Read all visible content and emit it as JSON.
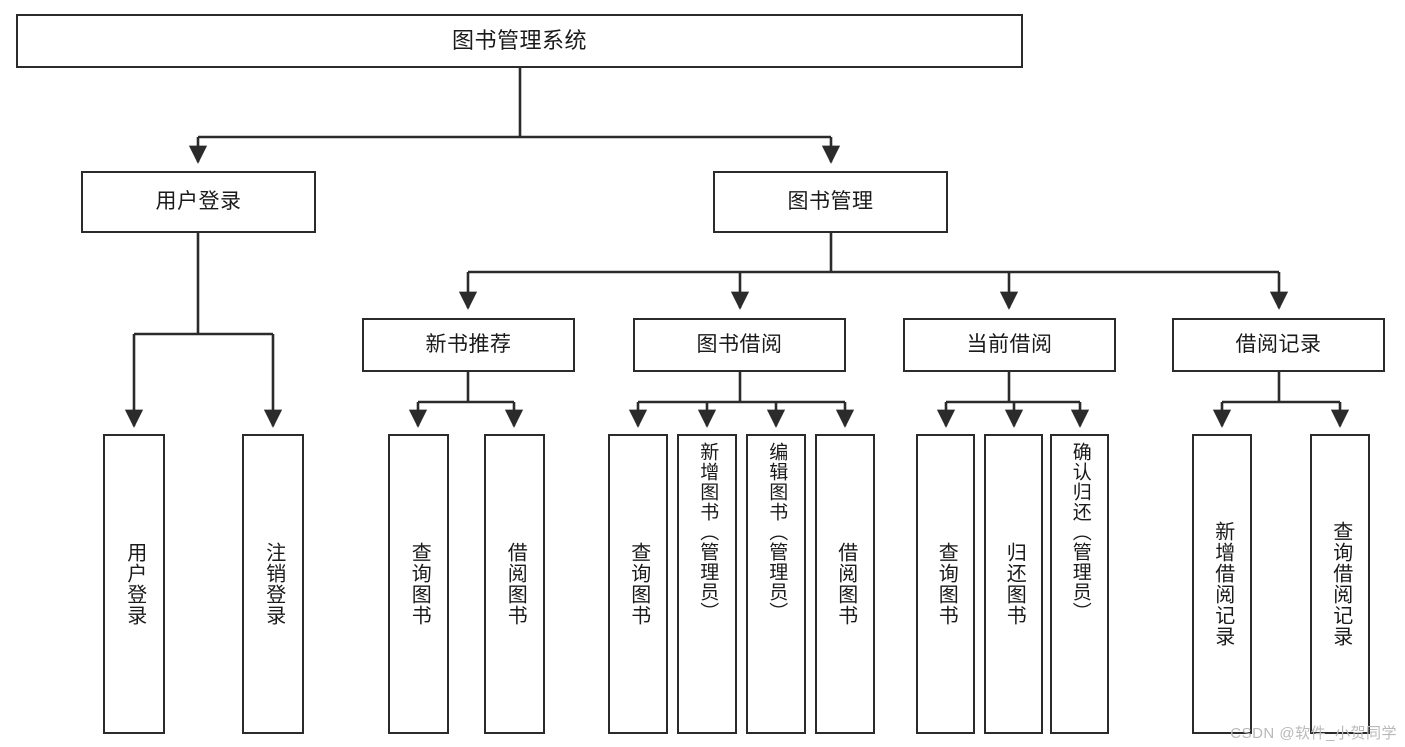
{
  "diagram": {
    "title": "图书管理系统",
    "watermark": "CSDN @软件_小贺同学",
    "stroke_color": "#2b2b2b",
    "background_color": "#ffffff",
    "text_color": "#1a1a1a",
    "type": "tree-hierarchy",
    "levels": 4
  },
  "nodes": {
    "root": {
      "label": "图书管理系统"
    },
    "level2": [
      {
        "id": "user-login",
        "label": "用户登录"
      },
      {
        "id": "book-manage",
        "label": "图书管理"
      }
    ],
    "level3": [
      {
        "id": "new-book-recommend",
        "label": "新书推荐"
      },
      {
        "id": "book-borrow",
        "label": "图书借阅"
      },
      {
        "id": "current-borrow",
        "label": "当前借阅"
      },
      {
        "id": "borrow-record",
        "label": "借阅记录"
      }
    ],
    "leaves": {
      "user_login": [
        {
          "id": "leaf-user-login",
          "label": "用户登录"
        },
        {
          "id": "leaf-logout-login",
          "label": "注销登录"
        }
      ],
      "new_book_recommend": [
        {
          "id": "leaf-query-book-1",
          "label": "查询图书"
        },
        {
          "id": "leaf-borrow-book-1",
          "label": "借阅图书"
        }
      ],
      "book_borrow": [
        {
          "id": "leaf-query-book-2",
          "label": "查询图书"
        },
        {
          "id": "leaf-add-book",
          "label": "新增图书（管理员）"
        },
        {
          "id": "leaf-edit-book",
          "label": "编辑图书（管理员）"
        },
        {
          "id": "leaf-borrow-book-2",
          "label": "借阅图书"
        }
      ],
      "current_borrow": [
        {
          "id": "leaf-query-book-3",
          "label": "查询图书"
        },
        {
          "id": "leaf-return-book",
          "label": "归还图书"
        },
        {
          "id": "leaf-confirm-return",
          "label": "确认归还（管理员）"
        }
      ],
      "borrow_record": [
        {
          "id": "leaf-add-record",
          "label": "新增借阅记录"
        },
        {
          "id": "leaf-query-record",
          "label": "查询借阅记录"
        }
      ]
    }
  }
}
